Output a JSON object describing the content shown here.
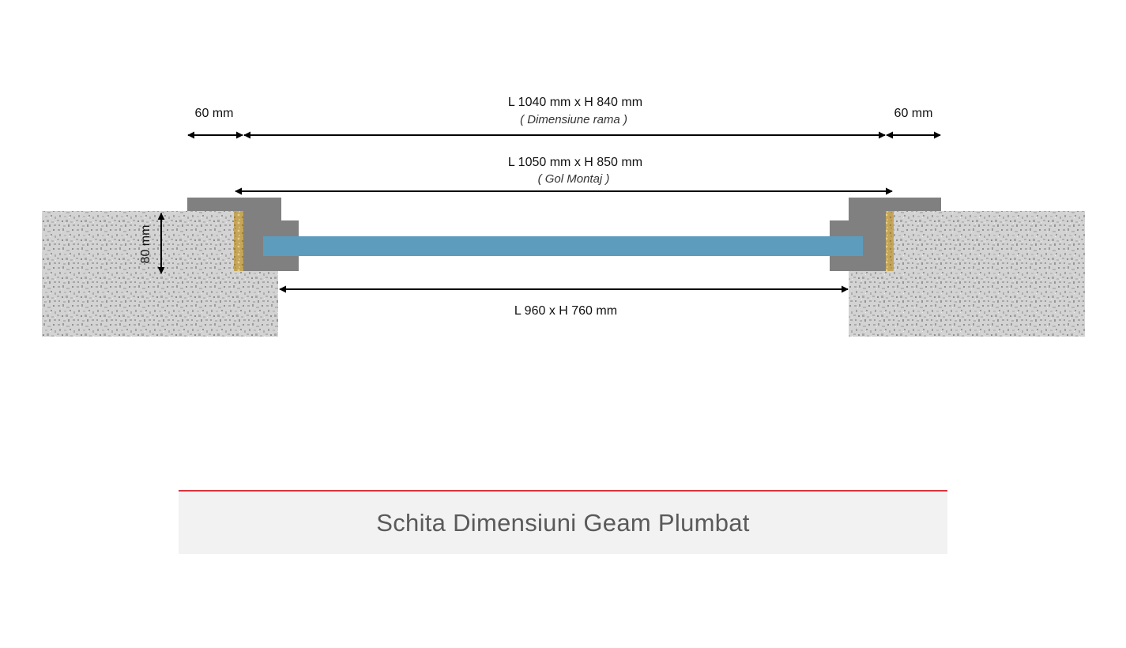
{
  "labels": {
    "left_overlap": "60 mm",
    "right_overlap": "60 mm",
    "frame_size": "L 1040 mm x H 840 mm",
    "frame_note": "( Dimensiune rama )",
    "opening_size": "L 1050 mm x H 850 mm",
    "opening_note": "( Gol Montaj )",
    "glass_size": "L 960 x H 760 mm",
    "wall_depth": "80 mm"
  },
  "caption": {
    "title": "Schita Dimensiuni Geam Plumbat"
  },
  "colors": {
    "frame": "#808080",
    "glass": "#5e9cbd",
    "foam": "#c8a95a",
    "wall": "#cfcfcf",
    "accent_line": "#d9353f",
    "caption_bg": "#f2f2f2"
  }
}
